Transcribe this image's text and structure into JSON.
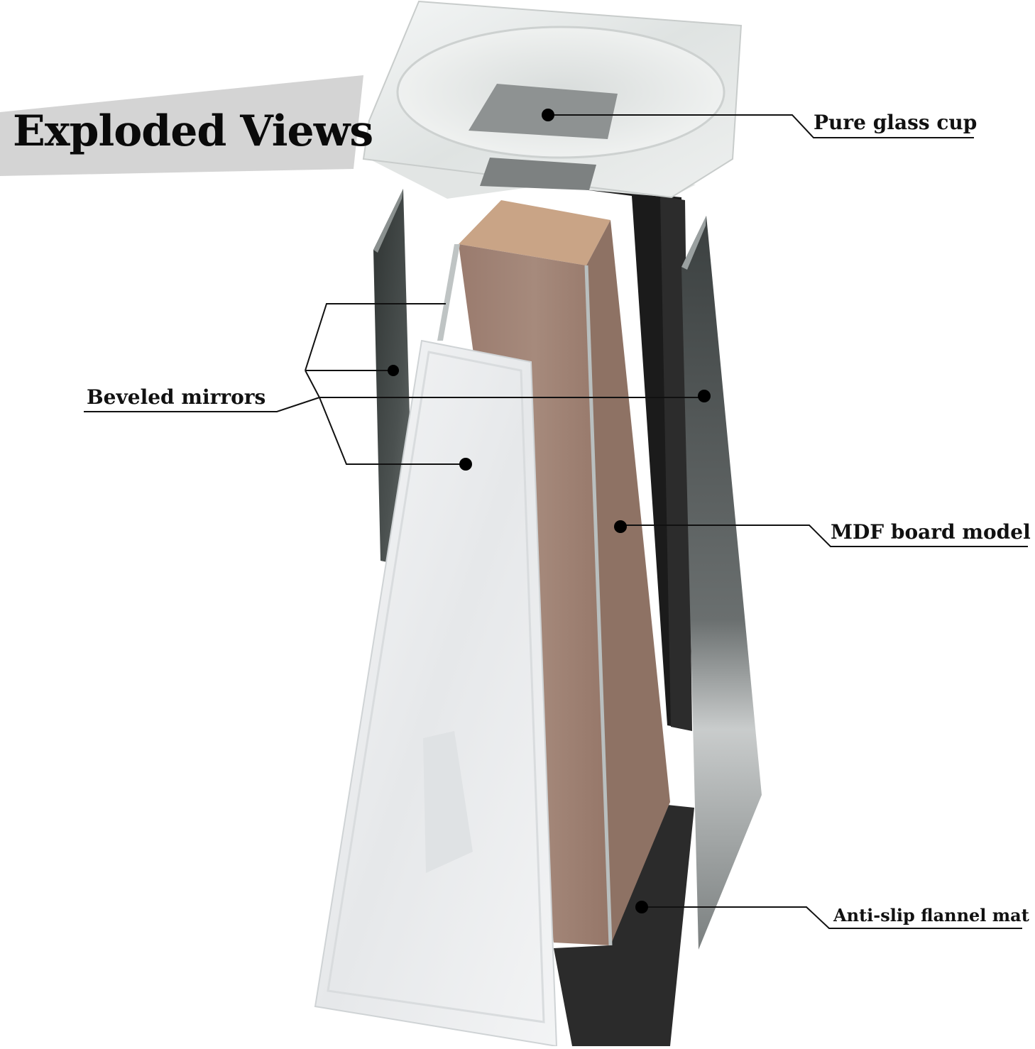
{
  "banner": {
    "title": "Exploded Views"
  },
  "callouts": {
    "glass_cup": "Pure glass cup",
    "mirrors": "Beveled mirrors",
    "mdf": "MDF board model",
    "mat": "Anti-slip flannel mat"
  },
  "colors": {
    "mdf": "#a08274",
    "mdf_top": "#c7a385",
    "mirror_dark": "#3f4444",
    "mirror_light": "#eef0f2",
    "back_panel": "#1a1a1a",
    "mat": "#2b2b2b",
    "banner_bg": "#d4d4d4"
  }
}
